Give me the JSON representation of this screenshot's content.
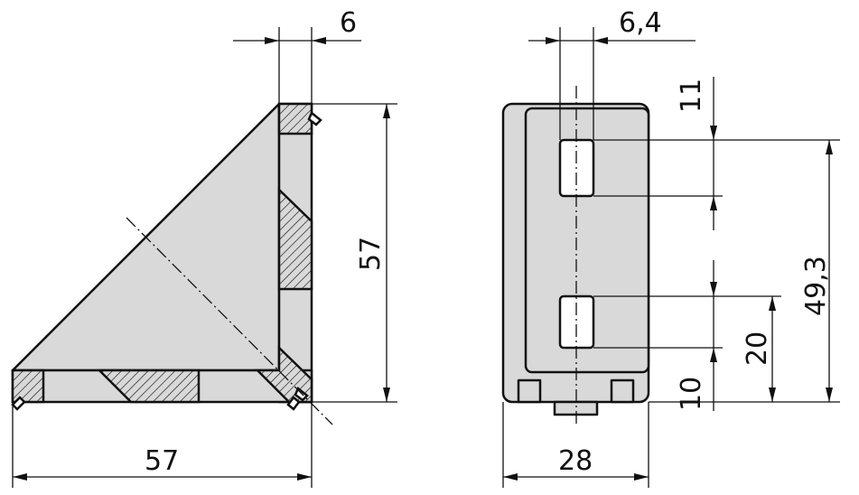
{
  "colors": {
    "part_fill": "#d9d9d9",
    "line": "#111111"
  },
  "side_view": {
    "dim_top": "6",
    "dim_height": "57",
    "dim_width": "57"
  },
  "front_view": {
    "dim_top": "6,4",
    "dim_slot_top": "11",
    "dim_slot_spacing": "20",
    "dim_total": "49,3",
    "dim_bottom": "10",
    "dim_width": "28"
  }
}
